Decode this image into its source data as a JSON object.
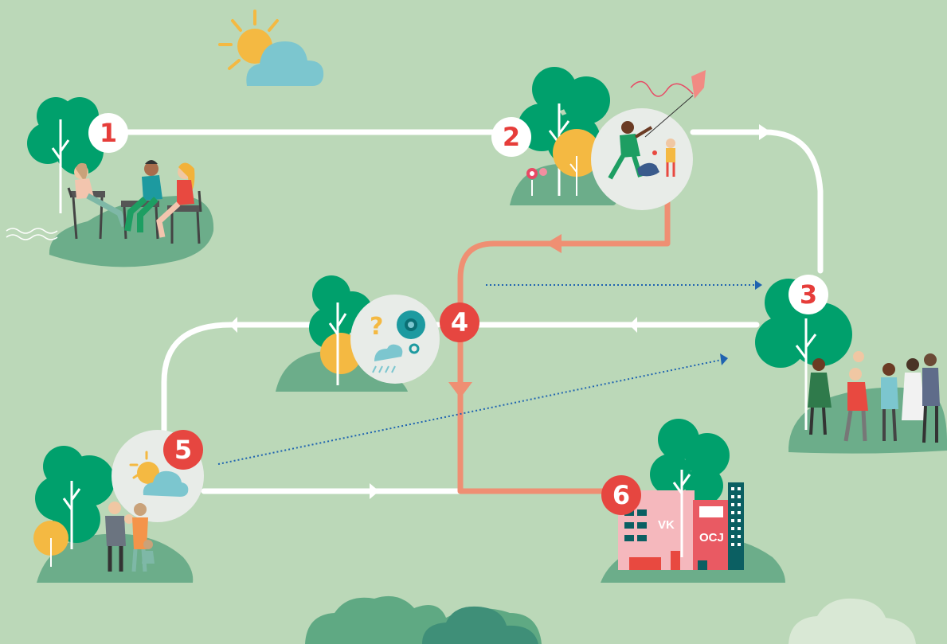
{
  "steps": [
    {
      "number": "1",
      "scene": "counseling-conversation"
    },
    {
      "number": "2",
      "scene": "children-playing-kite"
    },
    {
      "number": "3",
      "scene": "family-group"
    },
    {
      "number": "4",
      "scene": "questions-gears-rain"
    },
    {
      "number": "5",
      "scene": "family-weather"
    },
    {
      "number": "6",
      "scene": "institution-building"
    }
  ],
  "building": {
    "sign_left": "VK",
    "sign_right": "OCJ"
  },
  "colors": {
    "background": "#bbd8b8",
    "tree_green": "#00a06c",
    "hill_green": "#6cad8a",
    "path_white": "#ffffff",
    "path_salmon": "#ef8f73",
    "badge_red": "#e64640",
    "dotted_blue": "#1f63b0",
    "sun_yellow": "#f4b942",
    "cloud_blue": "#7cc6cf"
  }
}
